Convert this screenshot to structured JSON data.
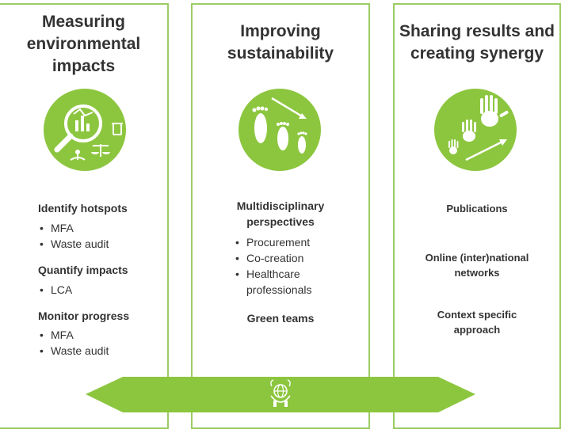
{
  "colors": {
    "accent": "#8cc63f",
    "border": "#9ccc65",
    "text": "#333333"
  },
  "panels": [
    {
      "title_lines": [
        "Measuring",
        "environmental",
        "impacts"
      ],
      "icon": "magnifier-chart-icon",
      "sections": [
        {
          "heading": "Identify hotspots",
          "items": [
            "MFA",
            "Waste audit"
          ]
        },
        {
          "heading": "Quantify impacts",
          "items": [
            "LCA"
          ]
        },
        {
          "heading": "Monitor progress",
          "items": [
            "MFA",
            "Waste audit"
          ]
        }
      ]
    },
    {
      "title_lines": [
        "Improving",
        "sustainability"
      ],
      "icon": "footprints-icon",
      "heading_lines": [
        "Multidisciplinary",
        "perspectives"
      ],
      "items": [
        "Procurement",
        "Co-creation",
        "Healthcare",
        "professionals"
      ],
      "footer": "Green teams"
    },
    {
      "title_lines": [
        "Sharing results and",
        "creating synergy"
      ],
      "icon": "handprints-icon",
      "entries": [
        [
          "Publications"
        ],
        [
          "Online (inter)national",
          "networks"
        ],
        [
          "Context specific",
          "approach"
        ]
      ]
    }
  ],
  "arrow": {
    "icon": "globe-hands-icon"
  }
}
